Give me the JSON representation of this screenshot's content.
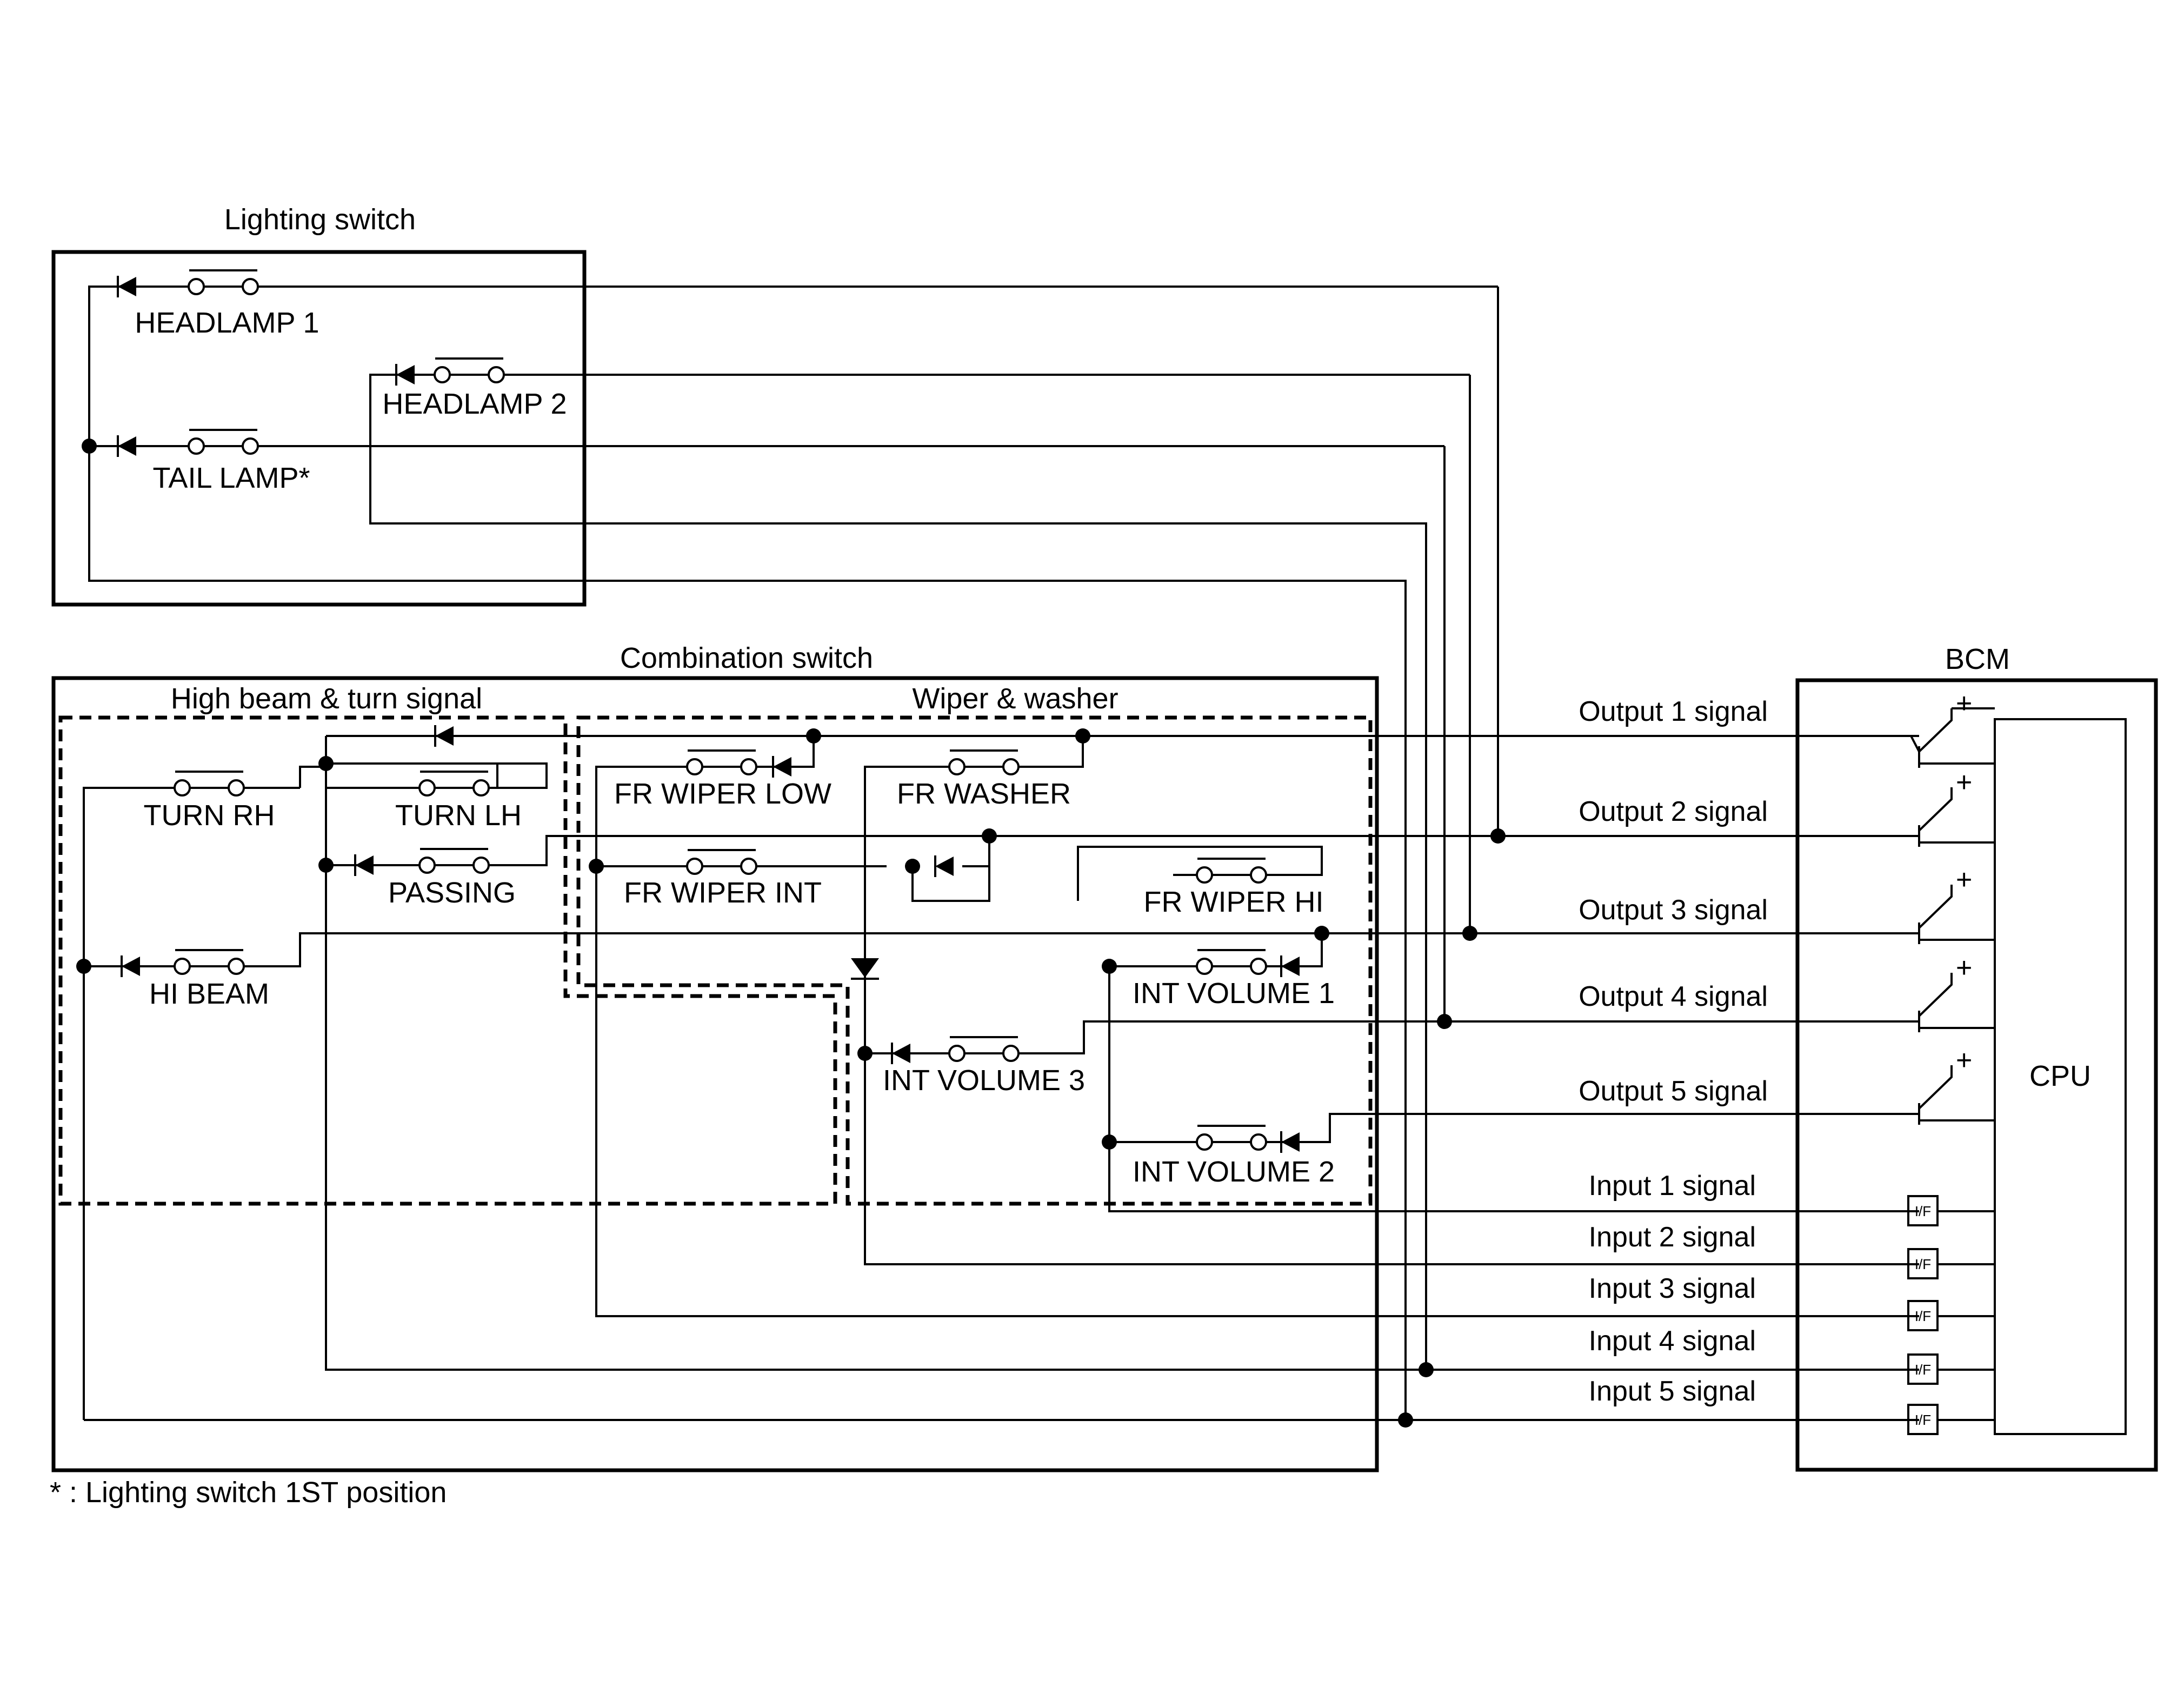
{
  "lighting_switch": {
    "title": "Lighting switch",
    "items": [
      {
        "label": "HEADLAMP 1"
      },
      {
        "label": "HEADLAMP 2"
      },
      {
        "label": "TAIL LAMP*"
      }
    ]
  },
  "combination_switch": {
    "title": "Combination switch",
    "groups": [
      {
        "title": "High beam & turn signal",
        "items": [
          {
            "label": "TURN RH"
          },
          {
            "label": "TURN LH"
          },
          {
            "label": "PASSING"
          },
          {
            "label": "HI BEAM"
          }
        ]
      },
      {
        "title": "Wiper & washer",
        "items": [
          {
            "label": "FR WIPER LOW"
          },
          {
            "label": "FR WASHER"
          },
          {
            "label": "FR WIPER INT"
          },
          {
            "label": "FR WIPER HI"
          },
          {
            "label": "INT VOLUME 1"
          },
          {
            "label": "INT VOLUME 3"
          },
          {
            "label": "INT VOLUME 2"
          }
        ]
      }
    ]
  },
  "bcm": {
    "title": "BCM",
    "cpu_label": "CPU",
    "interface_label": "I/F",
    "transistor_mark": "+",
    "outputs": [
      {
        "label": "Output 1 signal"
      },
      {
        "label": "Output 2 signal"
      },
      {
        "label": "Output 3 signal"
      },
      {
        "label": "Output 4 signal"
      },
      {
        "label": "Output 5 signal"
      }
    ],
    "inputs": [
      {
        "label": "Input 1 signal"
      },
      {
        "label": "Input 2 signal"
      },
      {
        "label": "Input 3 signal"
      },
      {
        "label": "Input 4 signal"
      },
      {
        "label": "Input 5 signal"
      }
    ]
  },
  "footnote": "* : Lighting switch 1ST position"
}
